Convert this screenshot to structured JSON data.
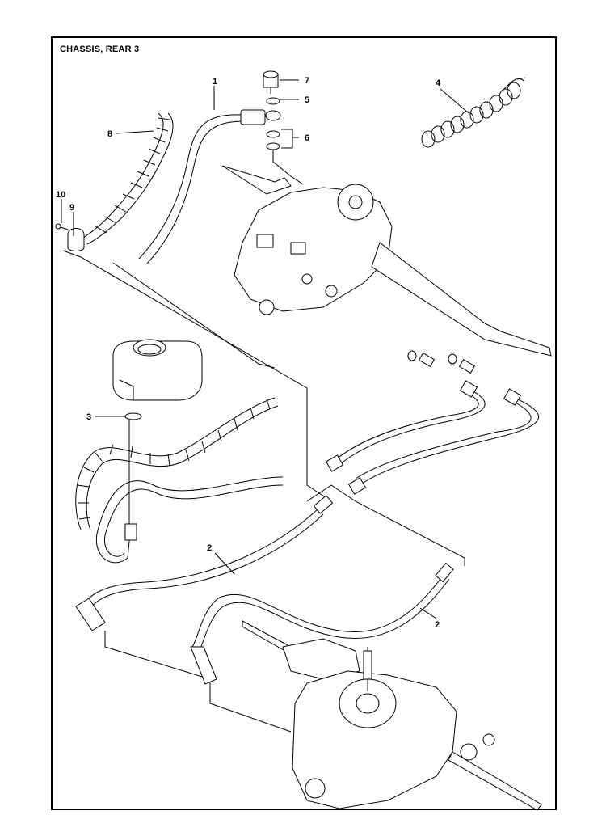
{
  "diagram": {
    "title": "CHASSIS, REAR 3",
    "callouts": {
      "c1": "1",
      "c2a": "2",
      "c2b": "2",
      "c3": "3",
      "c4": "4",
      "c5": "5",
      "c6": "6",
      "c7": "7",
      "c8": "8",
      "c9": "9",
      "c10": "10"
    }
  }
}
